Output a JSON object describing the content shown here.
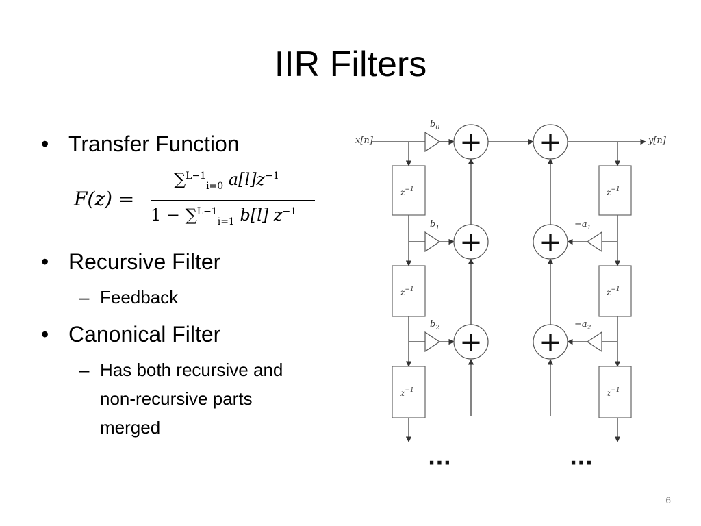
{
  "slide": {
    "title": "IIR Filters",
    "page_number": "6"
  },
  "bullets": {
    "b1": "Transfer Function",
    "b2": "Recursive Filter",
    "b2_sub": "Feedback",
    "b3": "Canonical Filter",
    "b3_sub_line1": "Has both recursive and",
    "b3_sub_line2": "non-recursive parts",
    "b3_sub_line3": "merged"
  },
  "formula": {
    "lhs": "F(z) =",
    "numerator": "∑ a[l]z",
    "denominator": "1 − ∑ b[l] z",
    "sum_upper": "L−1",
    "num_sum_lower": "i=0",
    "den_sum_lower": "i=1",
    "exponent": "−1"
  },
  "diagram": {
    "input_label": "x[n]",
    "output_label": "y[n]",
    "delay_label": "z",
    "delay_exponent": "−1",
    "adder_symbol": "+",
    "b_label": "b",
    "b_indices": [
      "0",
      "1",
      "2"
    ],
    "a_label": "−a",
    "a_indices": [
      "1",
      "2"
    ],
    "ellipsis": "···"
  }
}
